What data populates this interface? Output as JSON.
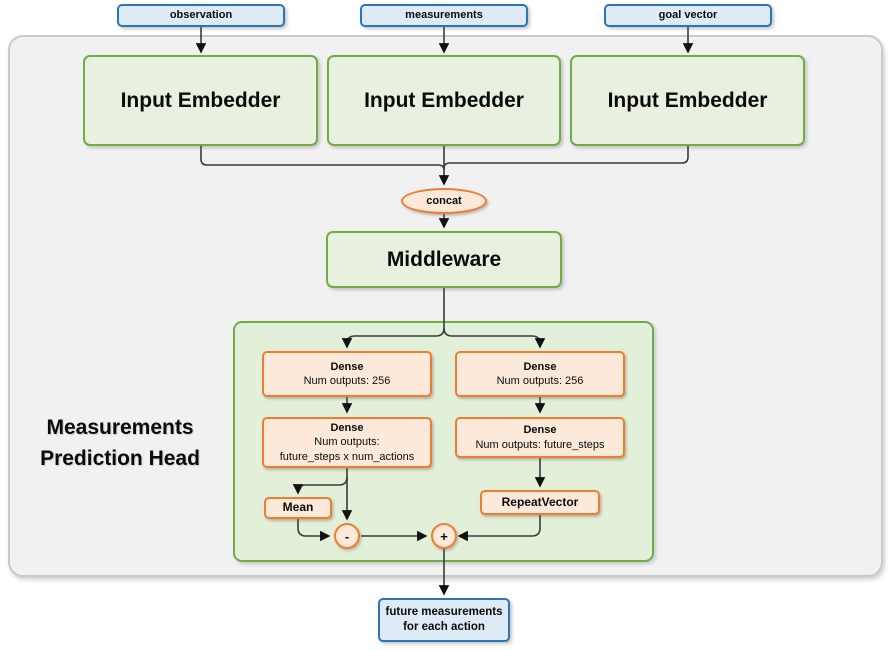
{
  "colors": {
    "blue_fill": "#DEEBF7",
    "blue_border": "#2E75B6",
    "green_fill": "#E8F1DF",
    "green_border": "#70AD47",
    "head_fill": "#E2EFD9",
    "orange_fill": "#FDE9D9",
    "orange_border": "#ED7D31",
    "panel_fill": "#F1F1F2",
    "panel_border": "#C9C9C9",
    "line": "#3B3B3B"
  },
  "inputs": {
    "observation": "observation",
    "measurements": "measurements",
    "goal_vector": "goal vector"
  },
  "blocks": {
    "embedder1": "Input Embedder",
    "embedder2": "Input Embedder",
    "embedder3": "Input Embedder",
    "concat": "concat",
    "middleware": "Middleware"
  },
  "head": {
    "title_line1": "Measurements",
    "title_line2": "Prediction Head",
    "left": {
      "dense1_name": "Dense",
      "dense1_out": "Num outputs: 256",
      "dense2_name": "Dense",
      "dense2_out1": "Num outputs:",
      "dense2_out2": "future_steps x num_actions",
      "mean": "Mean",
      "minus": "-"
    },
    "right": {
      "dense1_name": "Dense",
      "dense1_out": "Num outputs: 256",
      "dense2_name": "Dense",
      "dense2_out": "Num outputs: future_steps",
      "repeat": "RepeatVector",
      "plus": "+"
    }
  },
  "output": {
    "line1": "future measurements",
    "line2": "for each action"
  }
}
